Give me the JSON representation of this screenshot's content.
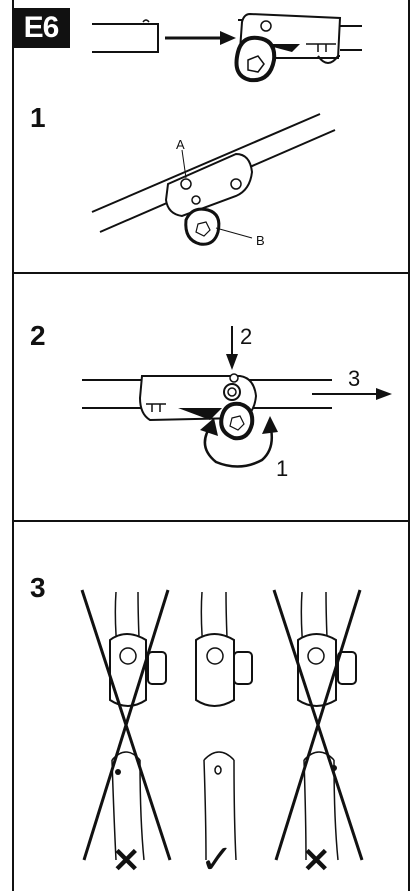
{
  "header": {
    "badge": "E6"
  },
  "steps": [
    {
      "number": "1",
      "labels": {
        "a": "A",
        "b": "B"
      }
    },
    {
      "number": "2",
      "callouts": {
        "press": "2",
        "slide": "3",
        "rotate": "1"
      }
    },
    {
      "number": "3",
      "marks": {
        "wrong_left": "✕",
        "correct": "✓",
        "wrong_right": "✕"
      }
    }
  ]
}
